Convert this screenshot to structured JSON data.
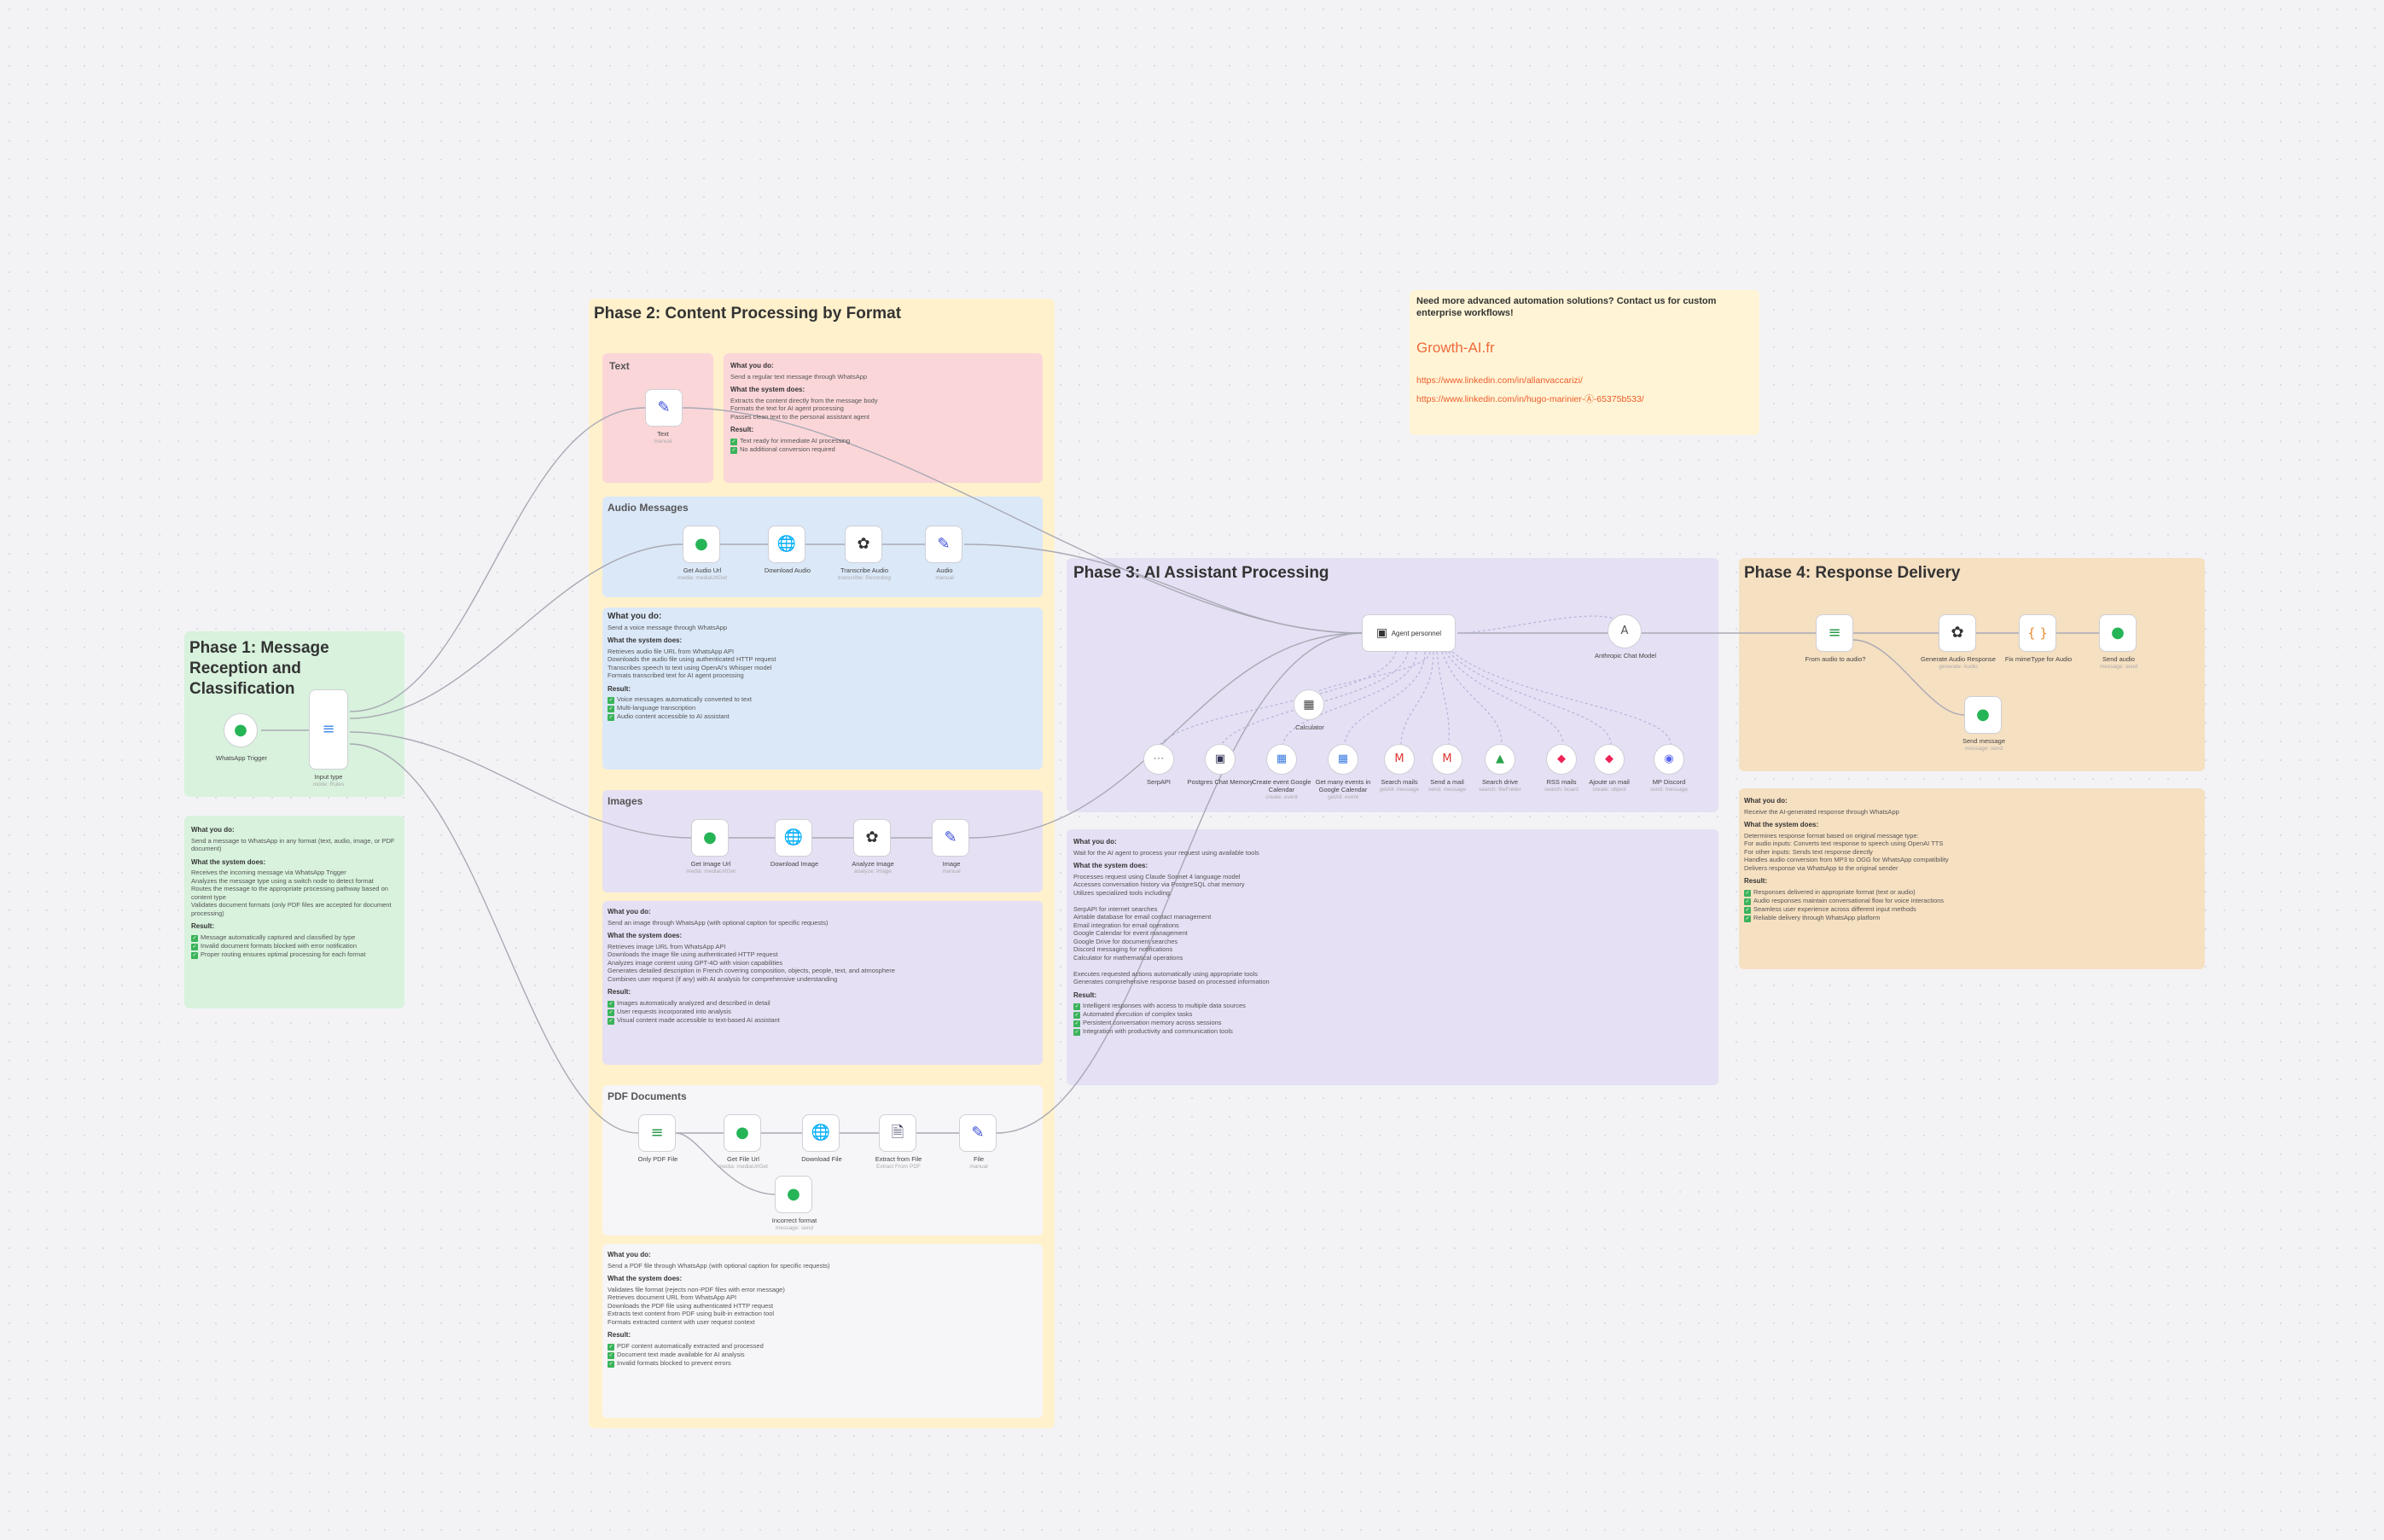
{
  "colors": {
    "green": "#d8f2dd",
    "yellow": "#fff4d6",
    "pink": "#fbdadd",
    "blue": "#dde9f8",
    "purple": "#e7e2f4",
    "gray": "#f5f5f7",
    "orange": "#f6e2c4",
    "lightyellow": "#fff6d9"
  },
  "phase1": {
    "title": "Phase 1: Message Reception and Classification",
    "nodes": {
      "trigger": "WhatsApp Trigger",
      "switch": "Input type",
      "switch_sub": "mode: Rules"
    },
    "desc": {
      "h1": "What you do:",
      "t1": "Send a message to WhatsApp in any format (text, audio, image, or PDF document)",
      "h2": "What the system does:",
      "l": [
        "Receives the incoming message via WhatsApp Trigger",
        "Analyzes the message type using a switch node to detect format",
        "Routes the message to the appropriate processing pathway based on content type",
        "Validates document formats (only PDF files are accepted for document processing)"
      ],
      "h3": "Result:",
      "r": [
        "Message automatically captured and classified by type",
        "Invalid document formats blocked with error notification",
        "Proper routing ensures optimal processing for each format"
      ]
    }
  },
  "phase2": {
    "title": "Phase 2: Content Processing by Format",
    "text": {
      "title": "Text",
      "node": "Text",
      "node_sub": "manual",
      "desc": {
        "h1": "What you do:",
        "t1": "Send a regular text message through WhatsApp",
        "h2": "What the system does:",
        "l": [
          "Extracts the content directly from the message body",
          "Formats the text for AI agent processing",
          "Passes clean text to the personal assistant agent"
        ],
        "h3": "Result:",
        "r": [
          "Text ready for immediate AI processing",
          "No additional conversion required"
        ]
      }
    },
    "audio": {
      "title": "Audio Messages",
      "nodes": [
        {
          "l": "Get Audio Url",
          "s": "media: mediaUrlGet"
        },
        {
          "l": "Download Audio",
          "s": ""
        },
        {
          "l": "Transcribe Audio",
          "s": "transcribe: Recording"
        },
        {
          "l": "Audio",
          "s": "manual"
        }
      ],
      "desc": {
        "h1": "What you do:",
        "t1": "Send a voice message through WhatsApp",
        "h2": "What the system does:",
        "l": [
          "Retrieves audio file URL from WhatsApp API",
          "Downloads the audio file using authenticated HTTP request",
          "Transcribes speech to text using OpenAI's Whisper model",
          "Formats transcribed text for AI agent processing"
        ],
        "h3": "Result:",
        "r": [
          "Voice messages automatically converted to text",
          "Multi-language transcription",
          "Audio content accessible to AI assistant"
        ]
      }
    },
    "images": {
      "title": "Images",
      "nodes": [
        {
          "l": "Get Image Url",
          "s": "media: mediaUrlGet"
        },
        {
          "l": "Download Image",
          "s": ""
        },
        {
          "l": "Analyze Image",
          "s": "analyze: Image"
        },
        {
          "l": "Image",
          "s": "manual"
        }
      ],
      "desc": {
        "h1": "What you do:",
        "t1": "Send an image through WhatsApp (with optional caption for specific requests)",
        "h2": "What the system does:",
        "l": [
          "Retrieves image URL from WhatsApp API",
          "Downloads the image file using authenticated HTTP request",
          "Analyzes image content using GPT-4O with vision capabilities",
          "Generates detailed description in French covering composition, objects, people, text, and atmosphere",
          "Combines user request (if any) with AI analysis for comprehensive understanding"
        ],
        "h3": "Result:",
        "r": [
          "Images automatically analyzed and described in detail",
          "User requests incorporated into analysis",
          "Visual content made accessible to text-based AI assistant"
        ]
      }
    },
    "pdf": {
      "title": "PDF Documents",
      "nodes": [
        {
          "l": "Only PDF File",
          "s": ""
        },
        {
          "l": "Get File Url",
          "s": "media: mediaUrlGet"
        },
        {
          "l": "Download File",
          "s": ""
        },
        {
          "l": "Extract from File",
          "s": "Extract From PDF"
        },
        {
          "l": "File",
          "s": "manual"
        },
        {
          "l": "Incorrect format",
          "s": "message: send"
        }
      ],
      "desc": {
        "h1": "What you do:",
        "t1": "Send a PDF file through WhatsApp (with optional caption for specific requests)",
        "h2": "What the system does:",
        "l": [
          "Validates file format (rejects non-PDF files with error message)",
          "Retrieves document URL from WhatsApp API",
          "Downloads the PDF file using authenticated HTTP request",
          "Extracts text content from PDF using built-in extraction tool",
          "Formats extracted content with user request context"
        ],
        "h3": "Result:",
        "r": [
          "PDF content automatically extracted and processed",
          "Document text made available for AI analysis",
          "Invalid formats blocked to prevent errors"
        ]
      }
    }
  },
  "phase3": {
    "title": "Phase 3: AI Assistant Processing",
    "agent": "Agent personnel",
    "model": "Anthropic Chat Model",
    "calc": "Calculator",
    "tools": [
      {
        "l": "SerpAPI",
        "s": ""
      },
      {
        "l": "Postgres Chat Memory",
        "s": ""
      },
      {
        "l": "Create event Google Calendar",
        "s": "create: event"
      },
      {
        "l": "Get many events in Google Calendar",
        "s": "getAll: event"
      },
      {
        "l": "Search mails",
        "s": "getAll: message"
      },
      {
        "l": "Send a mail",
        "s": "send: message"
      },
      {
        "l": "Search drive",
        "s": "search: fileFolder"
      },
      {
        "l": "RSS mails",
        "s": "search: board"
      },
      {
        "l": "Ajoute un mail",
        "s": "create: object"
      },
      {
        "l": "MP Discord",
        "s": "send: message"
      }
    ],
    "desc": {
      "h1": "What you do:",
      "t1": "Wait for the AI agent to process your request using available tools",
      "h2": "What the system does:",
      "l": [
        "Processes request using Claude Sonnet 4 language model",
        "Accesses conversation history via PostgreSQL chat memory",
        "Utilizes specialized tools including:",
        "",
        "SerpAPI for internet searches",
        "Airtable database for email contact management",
        "Email integration for email operations",
        "Google Calendar for event management",
        "Google Drive for document searches",
        "Discord messaging for notifications",
        "Calculator for mathematical operations",
        "",
        "Executes requested actions automatically using appropriate tools",
        "Generates comprehensive response based on processed information"
      ],
      "h3": "Result:",
      "r": [
        "Intelligent responses with access to multiple data sources",
        "Automated execution of complex tasks",
        "Persistent conversation memory across sessions",
        "Integration with productivity and communication tools"
      ]
    }
  },
  "phase4": {
    "title": "Phase 4: Response Delivery",
    "nodes": [
      {
        "l": "From audio to audio?",
        "s": ""
      },
      {
        "l": "Generate Audio Response",
        "s": "generate: Audio"
      },
      {
        "l": "Fix mimeType for Audio",
        "s": ""
      },
      {
        "l": "Send audio",
        "s": "message: send"
      },
      {
        "l": "Send message",
        "s": "message: send"
      }
    ],
    "desc": {
      "h1": "What you do:",
      "t1": "Receive the AI-generated response through WhatsApp",
      "h2": "What the system does:",
      "l": [
        "Determines response format based on original message type:",
        "For audio inputs: Converts text response to speech using OpenAI TTS",
        "For other inputs: Sends text response directly",
        "Handles audio conversion from MP3 to OGG for WhatsApp compatibility",
        "Delivers response via WhatsApp to the original sender"
      ],
      "h3": "Result:",
      "r": [
        "Responses delivered in appropriate format (text or audio)",
        "Audio responses maintain conversational flow for voice interactions",
        "Seamless user experience across different input methods",
        "Reliable delivery through WhatsApp platform"
      ]
    }
  },
  "contact": {
    "heading": "Need more advanced automation solutions? Contact us for custom enterprise workflows!",
    "brand": "Growth-AI.fr",
    "link1": "https://www.linkedin.com/in/allanvaccarizi/",
    "link2": "https://www.linkedin.com/in/hugo-marinier-Ⓐ-65375b533/"
  }
}
